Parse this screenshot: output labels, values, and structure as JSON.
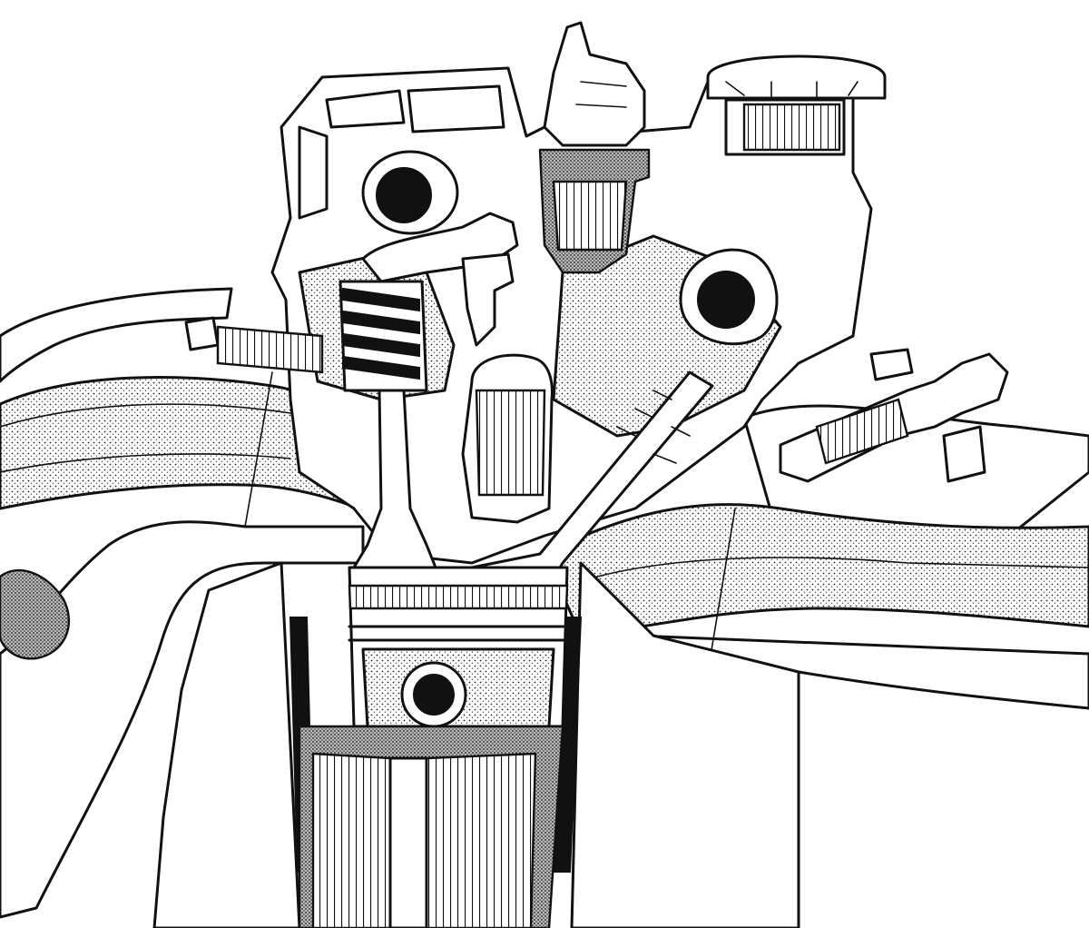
{
  "figure": {
    "subject": "engine-cylinder-head-cross-section",
    "colors": {
      "ink": "#111111",
      "paper": "#ffffff",
      "stipple": "#8a8a8a"
    },
    "parts": [
      "cylinder-head",
      "intake-port",
      "exhaust-port",
      "intake-valve",
      "exhaust-valve",
      "valve-spring",
      "rocker-arm",
      "camshaft-left",
      "camshaft-right",
      "spark-plug",
      "spark-plug-cap",
      "oil-filler-cap",
      "fuel-injector",
      "piston",
      "connecting-rod",
      "cylinder-wall",
      "manifold-stud"
    ]
  }
}
